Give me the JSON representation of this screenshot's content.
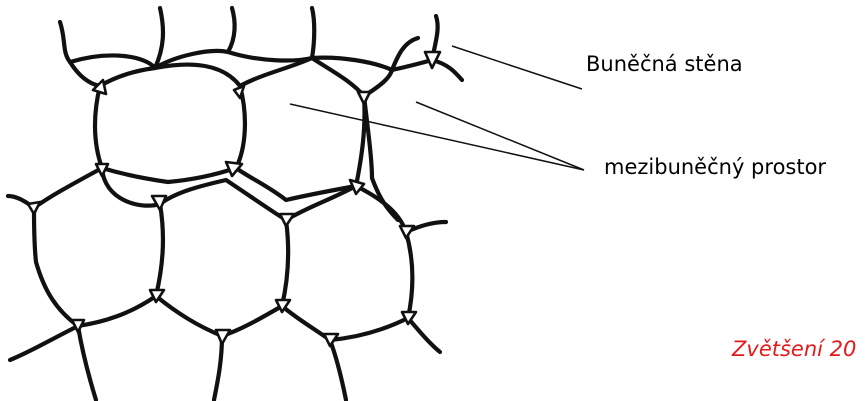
{
  "labels": {
    "cell_wall": "Buněčná stěna",
    "intercellular_space": "mezibuněčný prostor",
    "magnification": "Zvětšení 20"
  },
  "colors": {
    "line": "#111111",
    "magnification_text": "#e41a1c",
    "background": "#ffffff"
  }
}
